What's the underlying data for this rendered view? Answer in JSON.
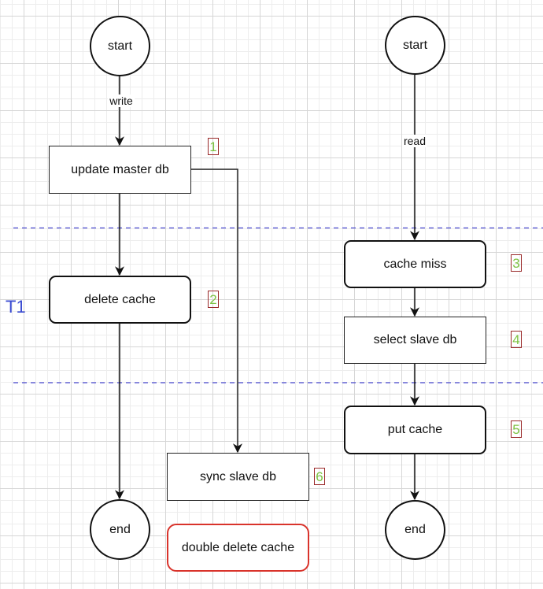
{
  "diagram": {
    "title_marker": "T1",
    "colors": {
      "stroke": "#111111",
      "dashed_line": "#4a4ad0",
      "step_number": "#7dc242",
      "step_border": "#9a2a2a",
      "highlight_border": "#d9332b",
      "t_label": "#3a4bd1"
    },
    "write_flow": {
      "start": "start",
      "edge_label": "write",
      "update_master_db": "update master db",
      "delete_cache": "delete cache",
      "end": "end",
      "sync_slave_db": "sync slave db"
    },
    "read_flow": {
      "start": "start",
      "edge_label": "read",
      "cache_miss": "cache miss",
      "select_slave_db": "select slave db",
      "put_cache": "put cache",
      "end": "end"
    },
    "steps": [
      "1",
      "2",
      "3",
      "4",
      "5",
      "6"
    ],
    "highlight_box": "double delete cache"
  }
}
